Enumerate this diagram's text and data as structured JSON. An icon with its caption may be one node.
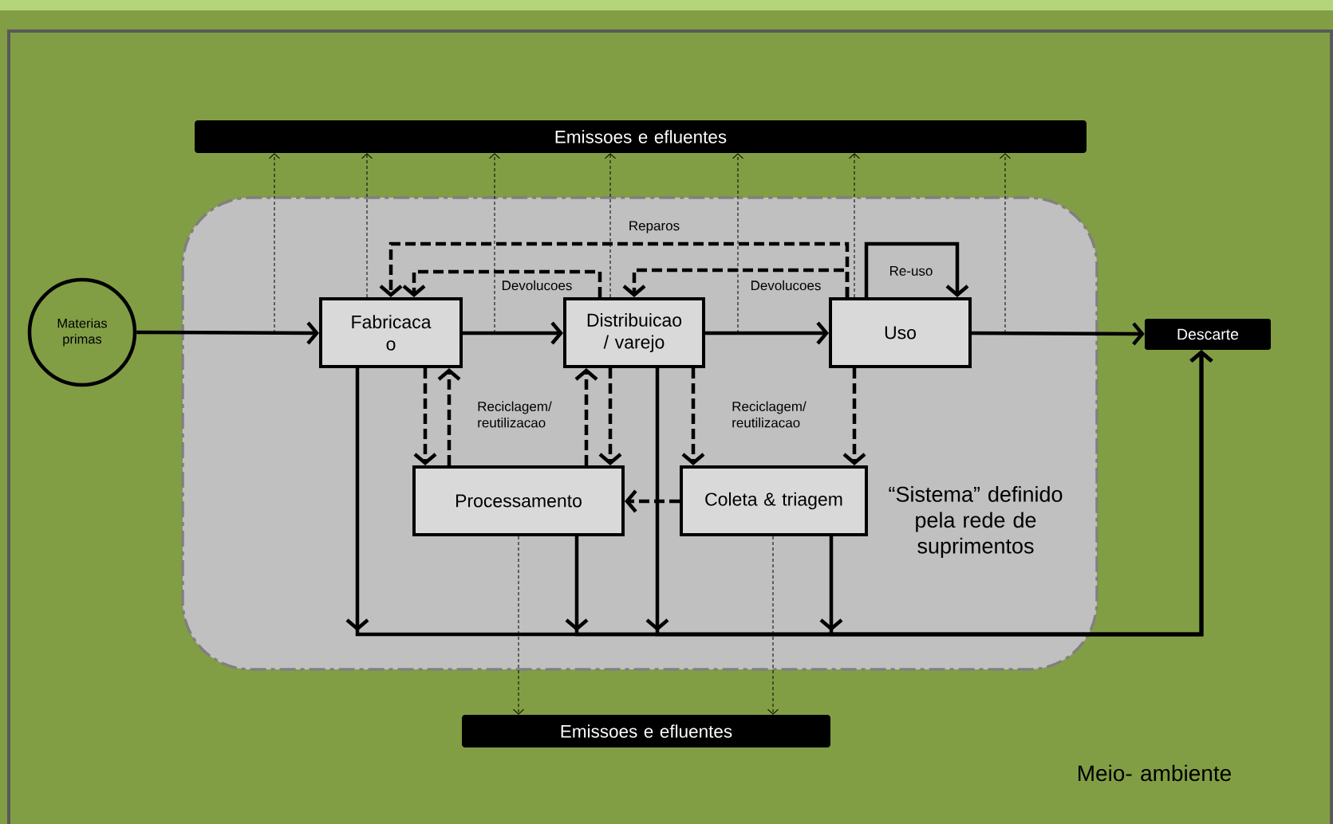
{
  "diagram": {
    "nodes": [
      {
        "text": [
          "Meio- ambiente"
        ]
      },
      {
        "text": [
          "Emissoes e efluentes"
        ],
        "in": 0
      },
      {
        "text": [
          "“Sistema” definido pela rede de suprimentos"
        ],
        "in": 0
      },
      {
        "text": [
          "Materias primas"
        ],
        "in": 0
      },
      {
        "text": [
          "Fabricaca o"
        ],
        "in": 2
      },
      {
        "text": [
          "Distribuicao / varejo"
        ],
        "in": 2
      },
      {
        "text": [
          "Uso"
        ],
        "in": 2
      },
      {
        "text": [
          "Descarte"
        ],
        "in": 0
      },
      {
        "text": [
          "Processamento"
        ],
        "in": 2
      },
      {
        "text": [
          "Coleta & triagem"
        ],
        "in": 2
      },
      {
        "text": [
          "Emissoes e efluentes"
        ],
        "in": 0
      }
    ],
    "edges": [
      {
        "from": 3,
        "to": 4,
        "arrow": "to"
      },
      {
        "from": 4,
        "to": 5,
        "arrow": "to"
      },
      {
        "from": 5,
        "to": 6,
        "arrow": "to"
      },
      {
        "from": 6,
        "to": 7,
        "arrow": "to"
      },
      {
        "from": 6,
        "to": 6,
        "arrow": "to",
        "label": "Re-uso"
      },
      {
        "from": 6,
        "to": 4,
        "arrow": "to",
        "label": "Reparos",
        "style": "dashed"
      },
      {
        "from": 5,
        "to": 4,
        "arrow": "to",
        "label": "Devolucoes",
        "style": "dashed"
      },
      {
        "from": 6,
        "to": 5,
        "arrow": "to",
        "label": "Devolucoes",
        "style": "dashed"
      },
      {
        "from": 4,
        "to": 8,
        "arrow": "to",
        "style": "dashed"
      },
      {
        "from": 8,
        "to": 4,
        "arrow": "to",
        "label": "Reciclagem/ reutilizacao",
        "style": "dashed"
      },
      {
        "from": 8,
        "to": 5,
        "arrow": "to",
        "style": "dashed"
      },
      {
        "from": 5,
        "to": 8,
        "arrow": "to",
        "style": "dashed"
      },
      {
        "from": 5,
        "to": 9,
        "arrow": "to",
        "label": "Reciclagem/ reutilizacao",
        "style": "dashed"
      },
      {
        "from": 6,
        "to": 9,
        "arrow": "to",
        "style": "dashed"
      },
      {
        "from": 9,
        "to": 8,
        "arrow": "to",
        "style": "dashed"
      },
      {
        "from": 4,
        "to": 7,
        "arrow": "to"
      },
      {
        "from": 8,
        "to": 7,
        "arrow": "to"
      },
      {
        "from": 5,
        "to": 7,
        "arrow": "to"
      },
      {
        "from": 9,
        "to": 7,
        "arrow": "to"
      },
      {
        "from": null,
        "to": 1,
        "arrow": "to",
        "style": "dashed"
      },
      {
        "from": 4,
        "to": 1,
        "arrow": "to",
        "style": "dashed"
      },
      {
        "from": null,
        "to": 1,
        "arrow": "to",
        "style": "dashed"
      },
      {
        "from": 5,
        "to": 1,
        "arrow": "to",
        "style": "dashed"
      },
      {
        "from": null,
        "to": 1,
        "arrow": "to",
        "style": "dashed"
      },
      {
        "from": 6,
        "to": 1,
        "arrow": "to",
        "style": "dashed"
      },
      {
        "from": null,
        "to": 1,
        "arrow": "to",
        "style": "dashed"
      },
      {
        "from": 8,
        "to": 10,
        "arrow": "to",
        "style": "dashed"
      },
      {
        "from": 9,
        "to": 10,
        "arrow": "to",
        "style": "dashed"
      }
    ]
  }
}
